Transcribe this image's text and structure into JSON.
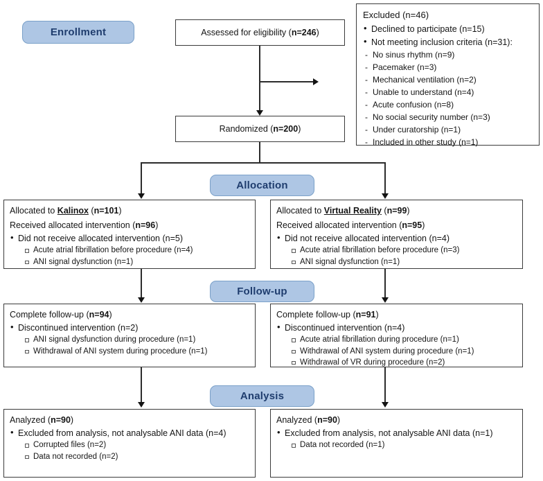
{
  "diagram": {
    "title": "CONSORT participant flow diagram",
    "accent_pill_fill": "#aec6e4",
    "accent_pill_border": "#7aa0c8",
    "accent_pill_text": "#1f3d6e",
    "box_border": "#3a3a3a",
    "connector_color": "#2b2b2b"
  },
  "stages": {
    "enrollment": "Enrollment",
    "allocation": "Allocation",
    "followup": "Follow-up",
    "analysis": "Analysis"
  },
  "enrollment": {
    "assessed": {
      "text": "Assessed for eligibility (",
      "n": "n=246",
      "tail": ")"
    },
    "randomized": {
      "text": "Randomized (",
      "n": "n=200",
      "tail": ")"
    },
    "excluded": {
      "heading": "Excluded (n=46)",
      "bullets": [
        "Declined to participate  (n=15)",
        "Not meeting inclusion criteria  (n=31):"
      ],
      "reasons": [
        "No sinus rhythm (n=9)",
        "Pacemaker  (n=3)",
        "Mechanical  ventilation  (n=2)",
        "Unable  to understand  (n=4)",
        "Acute confusion (n=8)",
        "No social security number  (n=3)",
        "Under  curatorship  (n=1)",
        "Included  in other study (n=1)"
      ]
    }
  },
  "allocation": {
    "left": {
      "title_prefix": "Allocated to ",
      "title_arm": "Kalinox",
      "title_suffix": " (",
      "title_n": "n=101",
      "title_tail": ")",
      "received_prefix": "Received allocated intervention (",
      "received_n": "n=96",
      "received_tail": ")",
      "bullet": "Did not receive allocated intervention (n=5)",
      "subitems": [
        "Acute atrial  fibrillation  before procedure  (n=4)",
        "ANI  signal  dysfunction (n=1)"
      ]
    },
    "right": {
      "title_prefix": "Allocated to ",
      "title_arm": "Virtual Reality",
      "title_suffix": " (",
      "title_n": "n=99",
      "title_tail": ")",
      "received_prefix": "Received allocated intervention (",
      "received_n": "n=95",
      "received_tail": ")",
      "bullet": "Did not receive allocated intervention (n=4)",
      "subitems": [
        "Acute atrial  fibrillation  before procedure  (n=3)",
        "ANI  signal  dysfunction (n=1)"
      ]
    }
  },
  "followup": {
    "left": {
      "title_prefix": "Complete follow-up (",
      "title_n": "n=94",
      "title_tail": ")",
      "bullet": "Discontinued intervention (n=2)",
      "subitems": [
        "ANI signal dysfunction during  procedure  (n=1)",
        "Withdrawal of ANI system during  procedure  (n=1)"
      ]
    },
    "right": {
      "title_prefix": "Complete follow-up (",
      "title_n": "n=91",
      "title_tail": ")",
      "bullet": "Discontinued intervention (n=4)",
      "subitems": [
        "Acute atrial  fibrillation  during procedure  (n=1)",
        "Withdrawal of ANI system during  procedure  (n=1)",
        "Withdrawal of VR during  procedure  (n=2)"
      ]
    }
  },
  "analysis": {
    "left": {
      "title_prefix": "Analyzed  (",
      "title_n": "n=90",
      "title_tail": ")",
      "bullet": "Excluded from analysis, not analysable ANI data (n=4)",
      "subitems": [
        "Corrupted  files (n=2)",
        "Data  not recorded (n=2)"
      ]
    },
    "right": {
      "title_prefix": "Analyzed  (",
      "title_n": "n=90",
      "title_tail": ")",
      "bullet": "Excluded from analysis, not analysable ANI data (n=1)",
      "subitems": [
        "Data  not recorded (n=1)"
      ]
    }
  }
}
